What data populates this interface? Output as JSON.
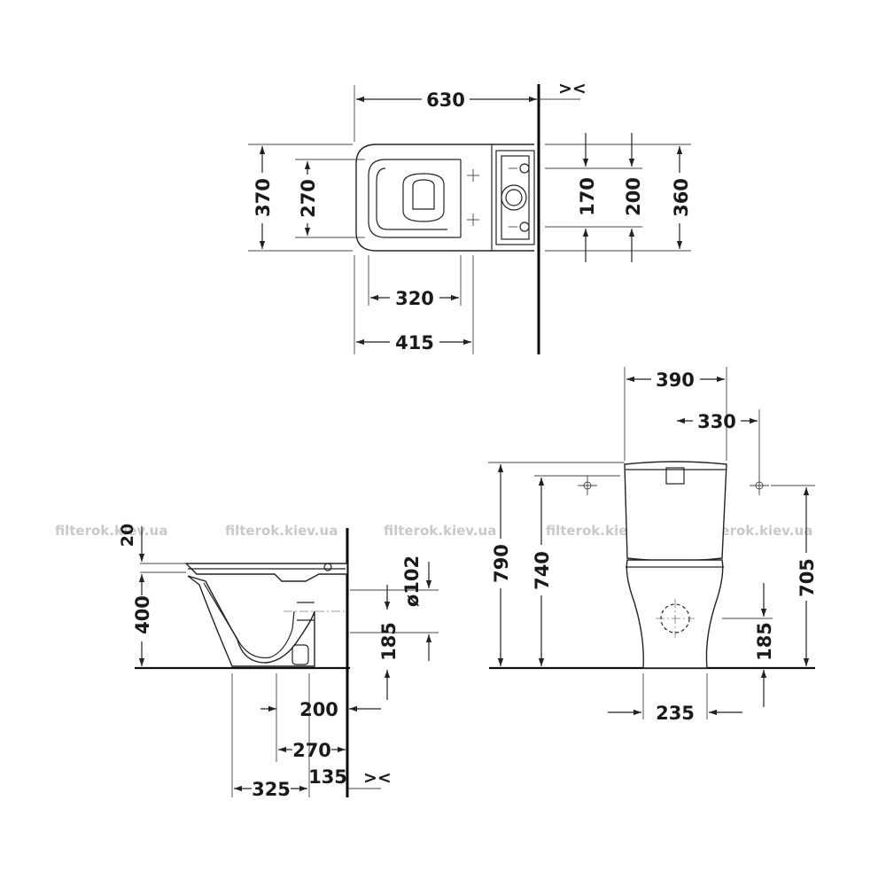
{
  "watermark": {
    "texts": [
      "filterok.kiev.ua",
      "filterok.kiev.ua",
      "filterok.kiev.ua",
      "filterok.kiev.ua",
      "filterok.kiev.ua"
    ]
  },
  "top_view": {
    "width_630": "630",
    "depth_370": "370",
    "seat_270": "270",
    "bowl_320": "320",
    "bowl_415": "415",
    "holes_170": "170",
    "holes_200": "200",
    "tank_360": "360",
    "gap_symbol": "><"
  },
  "side_view": {
    "seat_20": "20",
    "height_400": "400",
    "outlet_102": "ø102",
    "outlet_185": "185",
    "floor_200": "200",
    "floor_270": "270",
    "floor_325": "325",
    "wall_135": "135",
    "gap_symbol": "><"
  },
  "front_view": {
    "tank_390": "390",
    "holes_330": "330",
    "height_790": "790",
    "height_740": "740",
    "height_705": "705",
    "inlet_185": "185",
    "foot_235": "235"
  }
}
